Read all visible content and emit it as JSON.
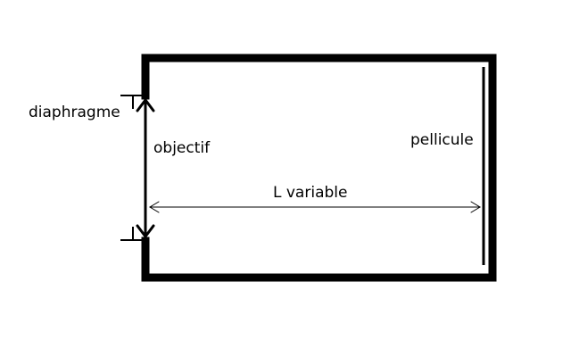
{
  "labels": {
    "diaphragm": "diaphragme",
    "lens": "objectif",
    "film": "pellicule",
    "length": "L variable"
  },
  "colors": {
    "ink": "#000000",
    "background": "#ffffff"
  }
}
